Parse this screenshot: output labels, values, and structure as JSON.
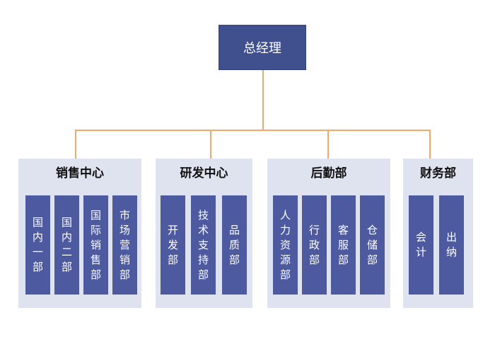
{
  "colors": {
    "root_bg": "#40508f",
    "group_bg": "#dfe2ef",
    "sub_bg": "#4d5aa0",
    "connector": "#f2a76b",
    "title_text": "#111111",
    "box_text": "#ffffff"
  },
  "root": {
    "label": "总经理"
  },
  "groups": [
    {
      "title": "销售中心",
      "units": [
        "国内一部",
        "国内二部",
        "国际销售部",
        "市场营销部"
      ]
    },
    {
      "title": "研发中心",
      "units": [
        "开发部",
        "技术支持部",
        "品质部"
      ]
    },
    {
      "title": "后勤部",
      "units": [
        "人力资源部",
        "行政部",
        "客服部",
        "仓储部"
      ]
    },
    {
      "title": "财务部",
      "units": [
        "会计",
        "出纳"
      ]
    }
  ]
}
